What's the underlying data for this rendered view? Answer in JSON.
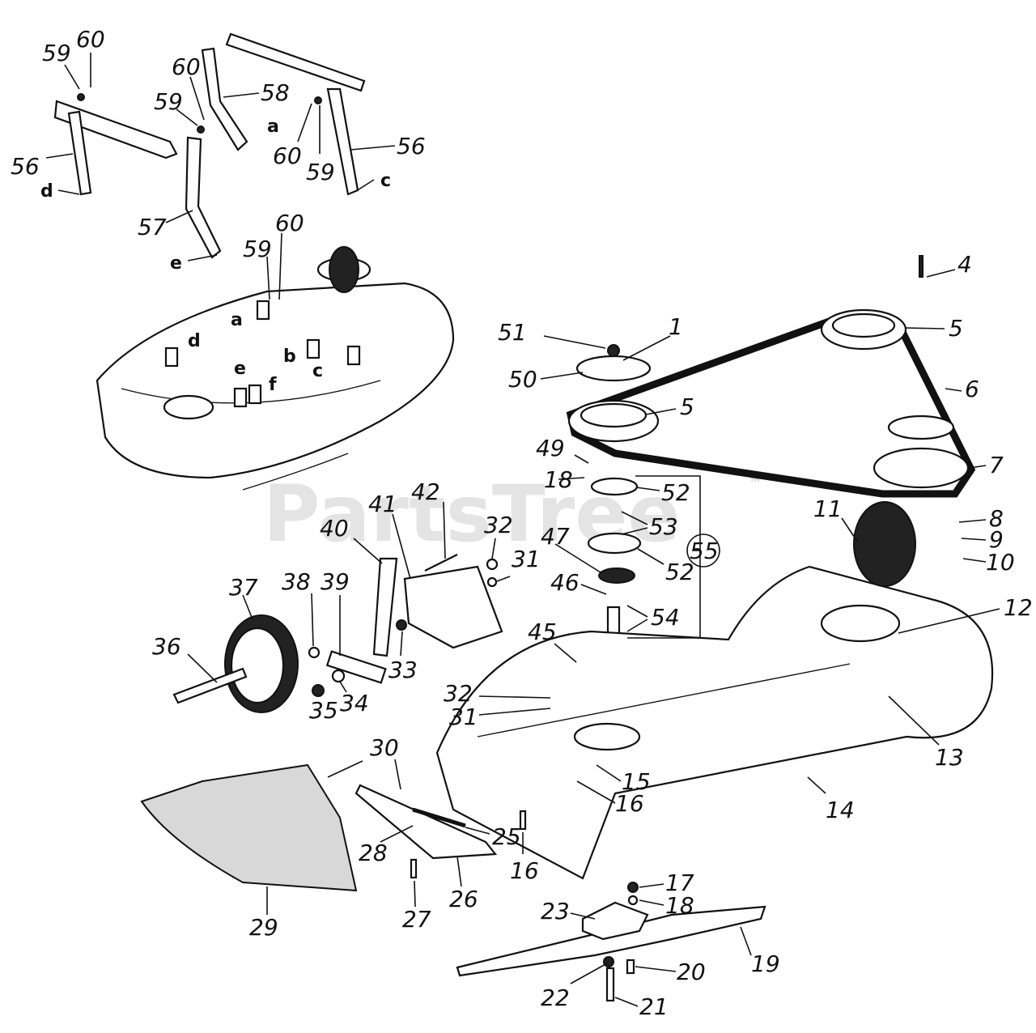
{
  "watermark": {
    "text": "PartsTree",
    "tm": "™"
  },
  "labels": [
    {
      "id": "l1",
      "text": "1"
    },
    {
      "id": "l4",
      "text": "4"
    },
    {
      "id": "l5a",
      "text": "5"
    },
    {
      "id": "l5b",
      "text": "5"
    },
    {
      "id": "l6",
      "text": "6"
    },
    {
      "id": "l7",
      "text": "7"
    },
    {
      "id": "l8",
      "text": "8"
    },
    {
      "id": "l9",
      "text": "9"
    },
    {
      "id": "l10",
      "text": "10"
    },
    {
      "id": "l11",
      "text": "11"
    },
    {
      "id": "l12",
      "text": "12"
    },
    {
      "id": "l13",
      "text": "13"
    },
    {
      "id": "l14",
      "text": "14"
    },
    {
      "id": "l15",
      "text": "15"
    },
    {
      "id": "l16a",
      "text": "16"
    },
    {
      "id": "l16b",
      "text": "16"
    },
    {
      "id": "l17",
      "text": "17"
    },
    {
      "id": "l18a",
      "text": "18"
    },
    {
      "id": "l18b",
      "text": "18"
    },
    {
      "id": "l19",
      "text": "19"
    },
    {
      "id": "l20",
      "text": "20"
    },
    {
      "id": "l21",
      "text": "21"
    },
    {
      "id": "l22",
      "text": "22"
    },
    {
      "id": "l23",
      "text": "23"
    },
    {
      "id": "l25",
      "text": "25"
    },
    {
      "id": "l26",
      "text": "26"
    },
    {
      "id": "l27",
      "text": "27"
    },
    {
      "id": "l28",
      "text": "28"
    },
    {
      "id": "l29",
      "text": "29"
    },
    {
      "id": "l30",
      "text": "30"
    },
    {
      "id": "l31a",
      "text": "31"
    },
    {
      "id": "l31b",
      "text": "31"
    },
    {
      "id": "l32a",
      "text": "32"
    },
    {
      "id": "l32b",
      "text": "32"
    },
    {
      "id": "l33",
      "text": "33"
    },
    {
      "id": "l34",
      "text": "34"
    },
    {
      "id": "l35",
      "text": "35"
    },
    {
      "id": "l36",
      "text": "36"
    },
    {
      "id": "l37",
      "text": "37"
    },
    {
      "id": "l38",
      "text": "38"
    },
    {
      "id": "l39",
      "text": "39"
    },
    {
      "id": "l40",
      "text": "40"
    },
    {
      "id": "l41",
      "text": "41"
    },
    {
      "id": "l42",
      "text": "42"
    },
    {
      "id": "l45",
      "text": "45"
    },
    {
      "id": "l46",
      "text": "46"
    },
    {
      "id": "l47",
      "text": "47"
    },
    {
      "id": "l49",
      "text": "49"
    },
    {
      "id": "l50",
      "text": "50"
    },
    {
      "id": "l51",
      "text": "51"
    },
    {
      "id": "l52a",
      "text": "52"
    },
    {
      "id": "l52b",
      "text": "52"
    },
    {
      "id": "l53",
      "text": "53"
    },
    {
      "id": "l54",
      "text": "54"
    },
    {
      "id": "l55",
      "text": "55"
    },
    {
      "id": "l56a",
      "text": "56"
    },
    {
      "id": "l56b",
      "text": "56"
    },
    {
      "id": "l57",
      "text": "57"
    },
    {
      "id": "l58",
      "text": "58"
    },
    {
      "id": "l59a",
      "text": "59"
    },
    {
      "id": "l59b",
      "text": "59"
    },
    {
      "id": "l59c",
      "text": "59"
    },
    {
      "id": "l59d",
      "text": "59"
    },
    {
      "id": "l60a",
      "text": "60"
    },
    {
      "id": "l60b",
      "text": "60"
    },
    {
      "id": "l60c",
      "text": "60"
    },
    {
      "id": "l60d",
      "text": "60"
    }
  ],
  "letters": [
    {
      "id": "ta",
      "text": "a"
    },
    {
      "id": "tc",
      "text": "c"
    },
    {
      "id": "td",
      "text": "d"
    },
    {
      "id": "te",
      "text": "e"
    },
    {
      "id": "ta2",
      "text": "a"
    },
    {
      "id": "tb2",
      "text": "b"
    },
    {
      "id": "tc2",
      "text": "c"
    },
    {
      "id": "td2",
      "text": "d"
    },
    {
      "id": "te2",
      "text": "e"
    },
    {
      "id": "tf2",
      "text": "f"
    }
  ]
}
